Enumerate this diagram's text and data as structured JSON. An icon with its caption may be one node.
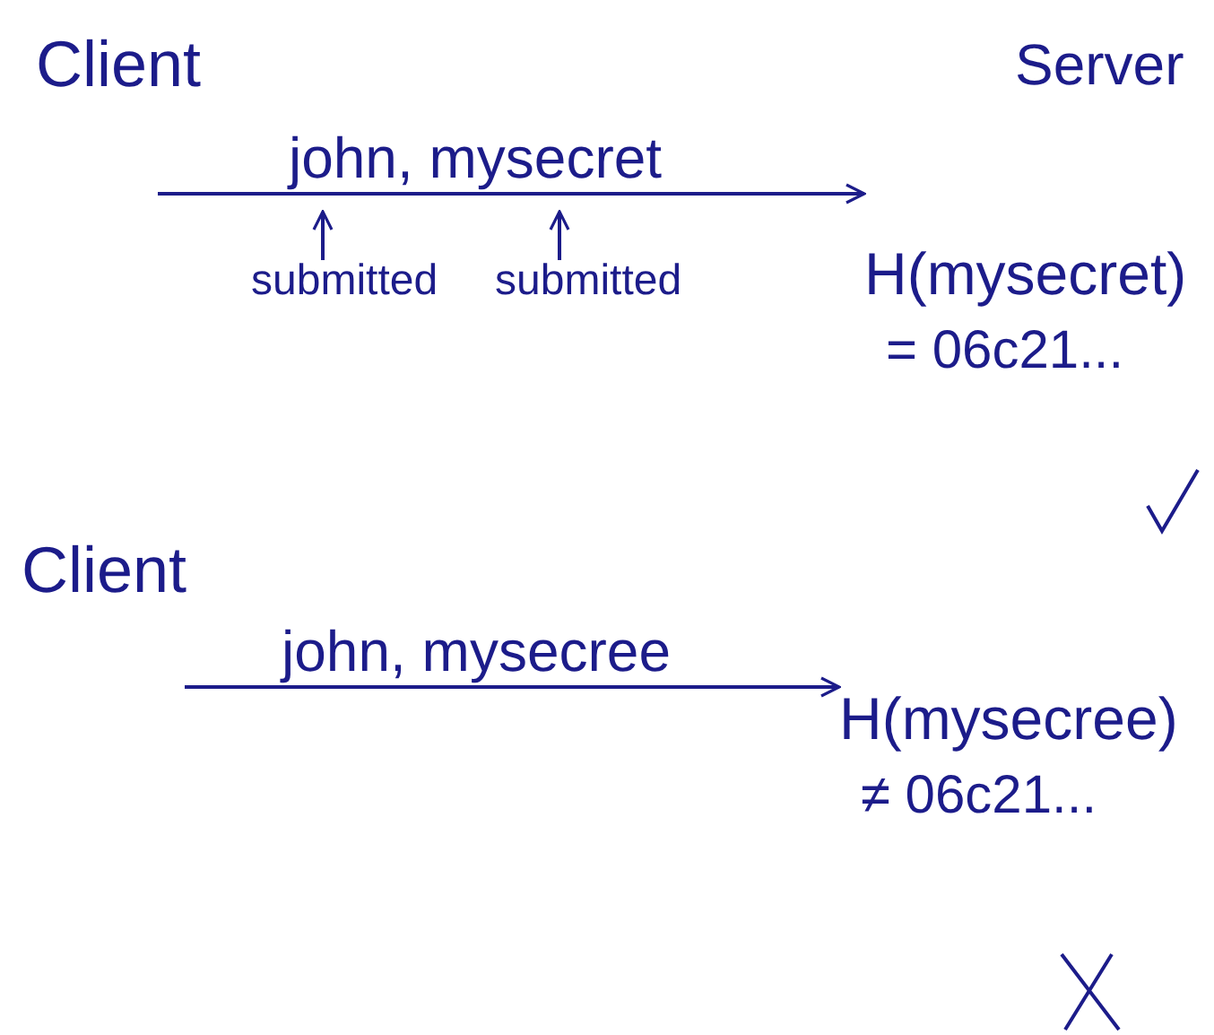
{
  "diagram": {
    "nodes": [
      {
        "text": [
          "H(mysecret)",
          "= 06c21..."
        ]
      },
      {
        "text": [
          "submitted"
        ]
      },
      {
        "text": [
          "submitted"
        ]
      },
      {
        "text": [
          "H(mysecree)",
          "≠ 06c21..."
        ]
      }
    ],
    "edges": [
      {
        "from": null,
        "to": 0,
        "arrow": "to",
        "label": "john, mysecret"
      },
      {
        "from": 1,
        "to": null,
        "arrow": "to"
      },
      {
        "from": 2,
        "to": null,
        "arrow": "to"
      },
      {
        "from": null,
        "to": 3,
        "arrow": "to",
        "label": "john, mysecree"
      }
    ],
    "labels": [
      "Client",
      "Server",
      "Client"
    ]
  }
}
